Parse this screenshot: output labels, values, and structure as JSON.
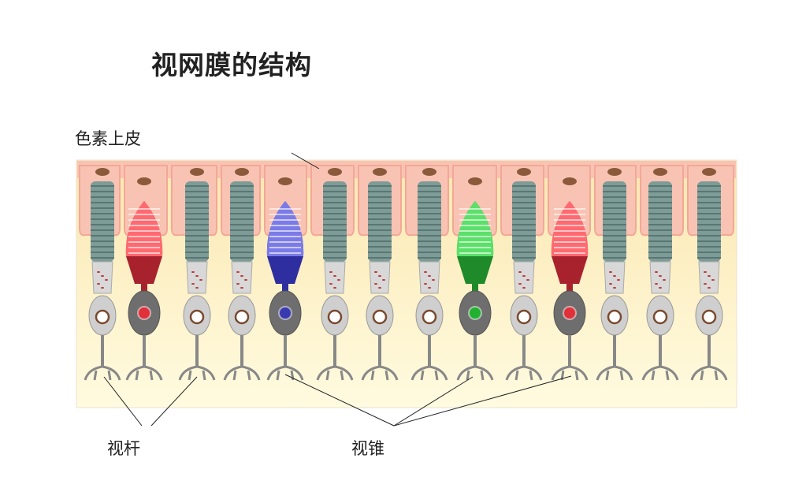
{
  "title": "视网膜的结构",
  "labels": {
    "epithelium": "色素上皮",
    "rods": "视杆",
    "cones": "视锥"
  },
  "cells": [
    {
      "type": "rod"
    },
    {
      "type": "cone",
      "color": "red"
    },
    {
      "type": "rod"
    },
    {
      "type": "rod"
    },
    {
      "type": "cone",
      "color": "blue"
    },
    {
      "type": "rod"
    },
    {
      "type": "rod"
    },
    {
      "type": "rod"
    },
    {
      "type": "cone",
      "color": "green"
    },
    {
      "type": "rod"
    },
    {
      "type": "cone",
      "color": "red"
    },
    {
      "type": "rod"
    },
    {
      "type": "rod"
    },
    {
      "type": "rod"
    }
  ],
  "colors": {
    "epithelium": "#f9c3b4",
    "background": "#fdf6c8",
    "rod_disc": "#7e9c97",
    "red": "#e0303a",
    "blue": "#3a3ab0",
    "green": "#22b030"
  }
}
